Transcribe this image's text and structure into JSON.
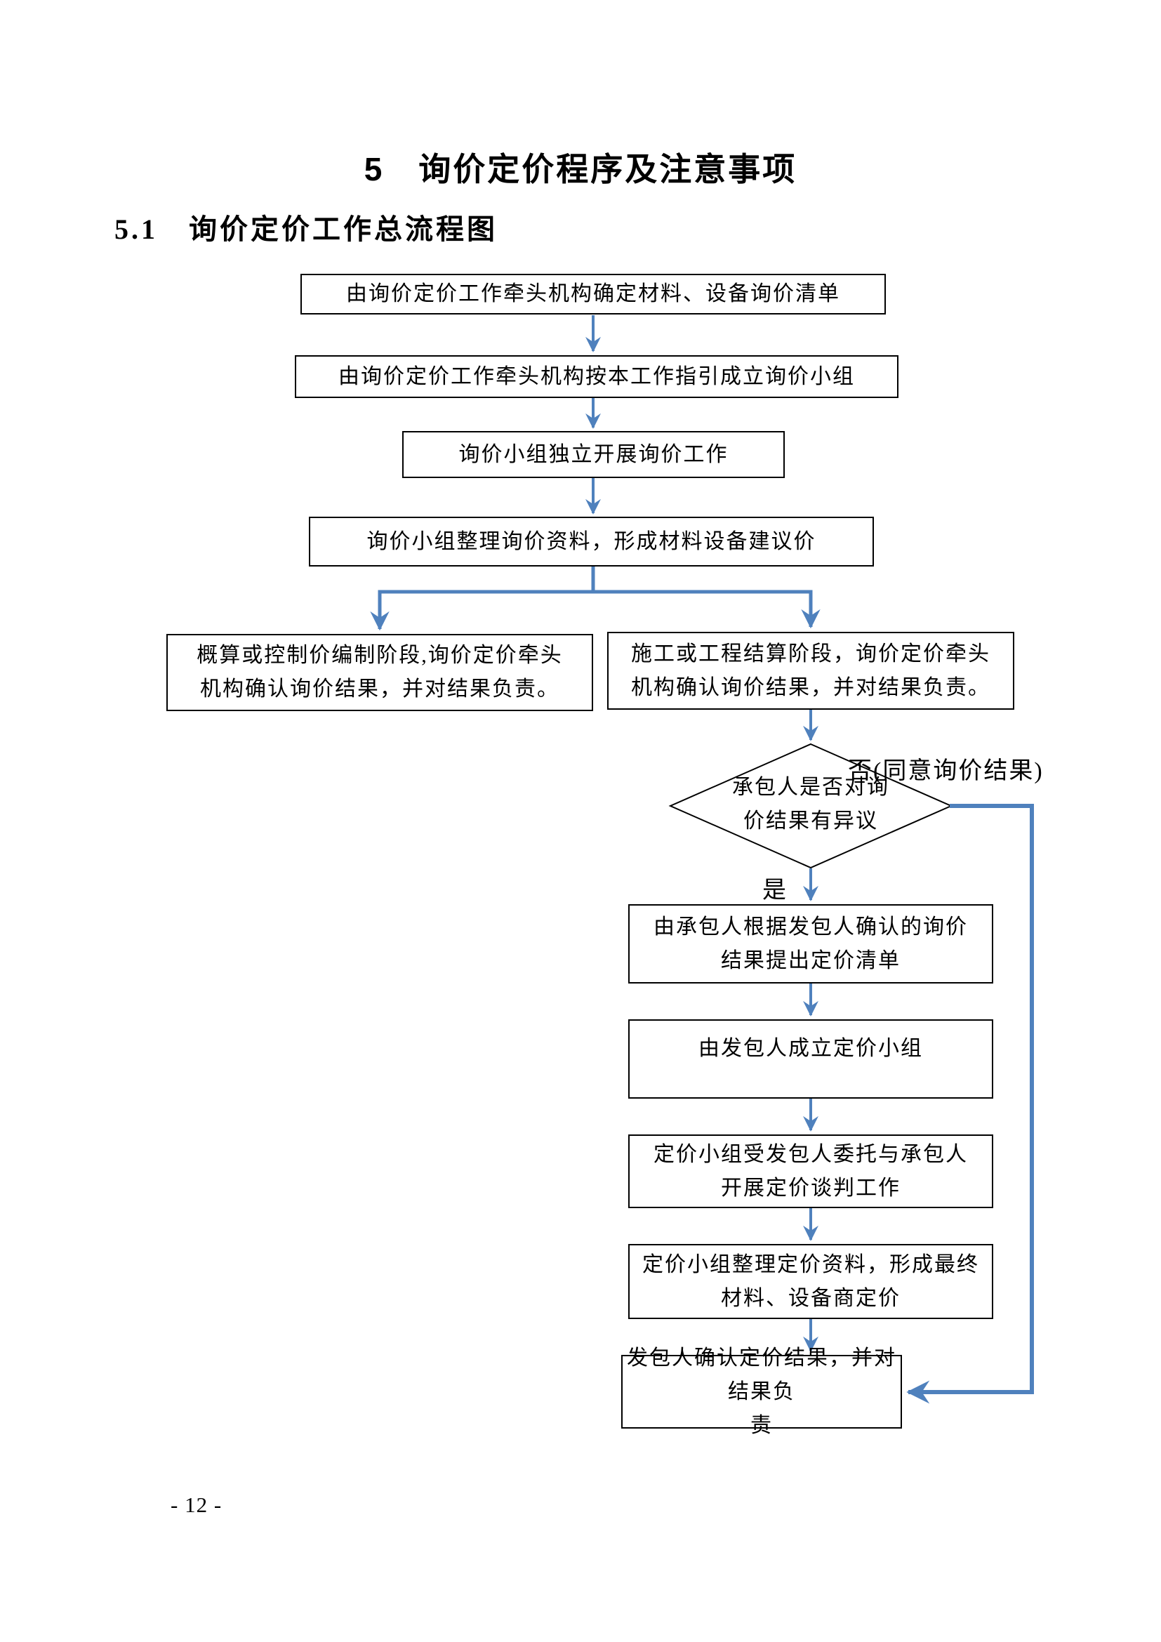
{
  "page": {
    "title": "5　询价定价程序及注意事项",
    "section_heading": "5.1　询价定价工作总流程图",
    "page_number": "- 12 -"
  },
  "flowchart": {
    "arrow_color": "#4f81bd",
    "nodes": {
      "step1": "由询价定价工作牵头机构确定材料、设备询价清单",
      "step2": "由询价定价工作牵头机构按本工作指引成立询价小组",
      "step3": "询价小组独立开展询价工作",
      "step4": "询价小组整理询价资料，形成材料设备建议价",
      "branch_left": "概算或控制价编制阶段,询价定价牵头\n机构确认询价结果，并对结果负责。",
      "branch_right": "施工或工程结算阶段，询价定价牵头\n机构确认询价结果，并对结果负责。",
      "decision": "承包人是否对询\n价结果有异议",
      "step5": "由承包人根据发包人确认的询价\n结果提出定价清单",
      "step6": "由发包人成立定价小组",
      "step7": "定价小组受发包人委托与承包人\n开展定价谈判工作",
      "step8": "定价小组整理定价资料，形成最终\n材料、设备商定价",
      "step9": "发包人确认定价结果，并对结果负\n责"
    },
    "labels": {
      "no": "否(同意询价结果)",
      "yes": "是"
    }
  }
}
